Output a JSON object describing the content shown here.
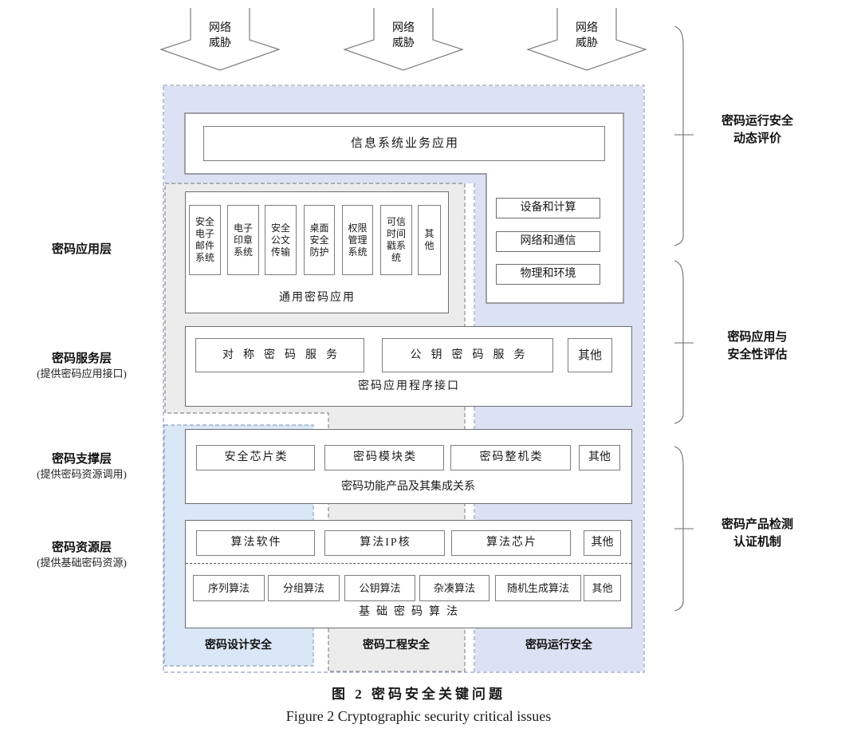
{
  "colors": {
    "lavender_fill": "#dce2f3",
    "lavender_stroke": "#97a2c2",
    "gray_fill": "#ececec",
    "gray_stroke": "#8b8b8b",
    "blue_fill": "#d9e7f6",
    "blue_stroke": "#8ba4c4",
    "box_border": "#6e6e6e",
    "arrow_stroke": "#7d7d7d"
  },
  "threat_arrows": [
    {
      "line1": "网络",
      "line2": "威胁"
    },
    {
      "line1": "网络",
      "line2": "威胁"
    },
    {
      "line1": "网络",
      "line2": "威胁"
    }
  ],
  "left_labels": [
    {
      "title": "密码应用层",
      "subtitle": ""
    },
    {
      "title": "密码服务层",
      "subtitle": "(提供密码应用接口)"
    },
    {
      "title": "密码支撑层",
      "subtitle": "(提供密码资源调用)"
    },
    {
      "title": "密码资源层",
      "subtitle": "(提供基础密码资源)"
    }
  ],
  "right_braces": [
    {
      "line1": "密码运行安全",
      "line2": "动态评价"
    },
    {
      "line1": "密码应用与",
      "line2": "安全性评估"
    },
    {
      "line1": "密码产品检测",
      "line2": "认证机制"
    }
  ],
  "application_layer": {
    "business_app": "信息系统业务应用",
    "general_apps": [
      "安全电子邮件系统",
      "电子印章系统",
      "安全公文传输",
      "桌面安全防护",
      "权限管理系统",
      "可信时间戳系统",
      "其他"
    ],
    "general_apps_caption": "通用密码应用",
    "environment_boxes": [
      "设备和计算",
      "网络和通信",
      "物理和环境"
    ]
  },
  "service_layer": {
    "items": [
      "对称密码服务",
      "公钥密码服务",
      "其他"
    ],
    "caption": "密码应用程序接口"
  },
  "support_layer": {
    "items": [
      "安全芯片类",
      "密码模块类",
      "密码整机类",
      "其他"
    ],
    "caption": "密码功能产品及其集成关系"
  },
  "resource_layer": {
    "products": [
      "算法软件",
      "算法IP核",
      "算法芯片",
      "其他"
    ],
    "algorithms": [
      "序列算法",
      "分组算法",
      "公钥算法",
      "杂凑算法",
      "随机生成算法",
      "其他"
    ],
    "caption": "基础密码算法"
  },
  "zone_labels": [
    "密码设计安全",
    "密码工程安全",
    "密码运行安全"
  ],
  "figure_caption": {
    "zh": "图 2 密码安全关键问题",
    "en": "Figure 2 Cryptographic security critical issues"
  }
}
